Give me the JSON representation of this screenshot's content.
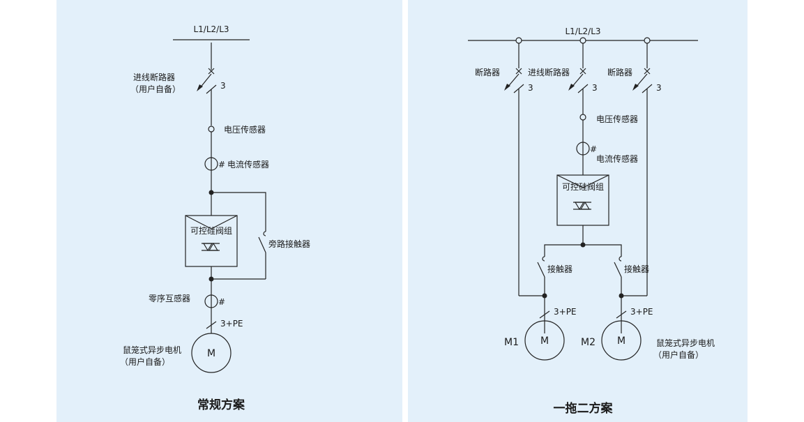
{
  "left": {
    "title": "常规方案",
    "bus": "L1/L2/L3",
    "breaker_line1": "进线断路器",
    "breaker_line2": "（用户自备）",
    "breaker_poles": "3",
    "voltage_sensor": "电压传感器",
    "current_sensor": "电流传感器",
    "thyristor": "可控硅阀组",
    "bypass": "旁路接触器",
    "zero_seq": "零序互感器",
    "cable": "3+PE",
    "motor_symbol": "M",
    "motor_line1": "鼠笼式异步电机",
    "motor_line2": "（用户自备）",
    "hash": "#"
  },
  "right": {
    "title": "一拖二方案",
    "bus": "L1/L2/L3",
    "breaker_left": "断路器",
    "breaker_center": "进线断路器",
    "breaker_right": "断路器",
    "poles": "3",
    "voltage_sensor": "电压传感器",
    "current_sensor": "电流传感器",
    "thyristor": "可控硅阀组",
    "contactor_left": "接触器",
    "contactor_right": "接触器",
    "cable": "3+PE",
    "motor_symbol": "M",
    "m1": "M1",
    "m2": "M2",
    "motor_line1": "鼠笼式异步电机",
    "motor_line2": "（用户自备）",
    "hash": "#"
  }
}
